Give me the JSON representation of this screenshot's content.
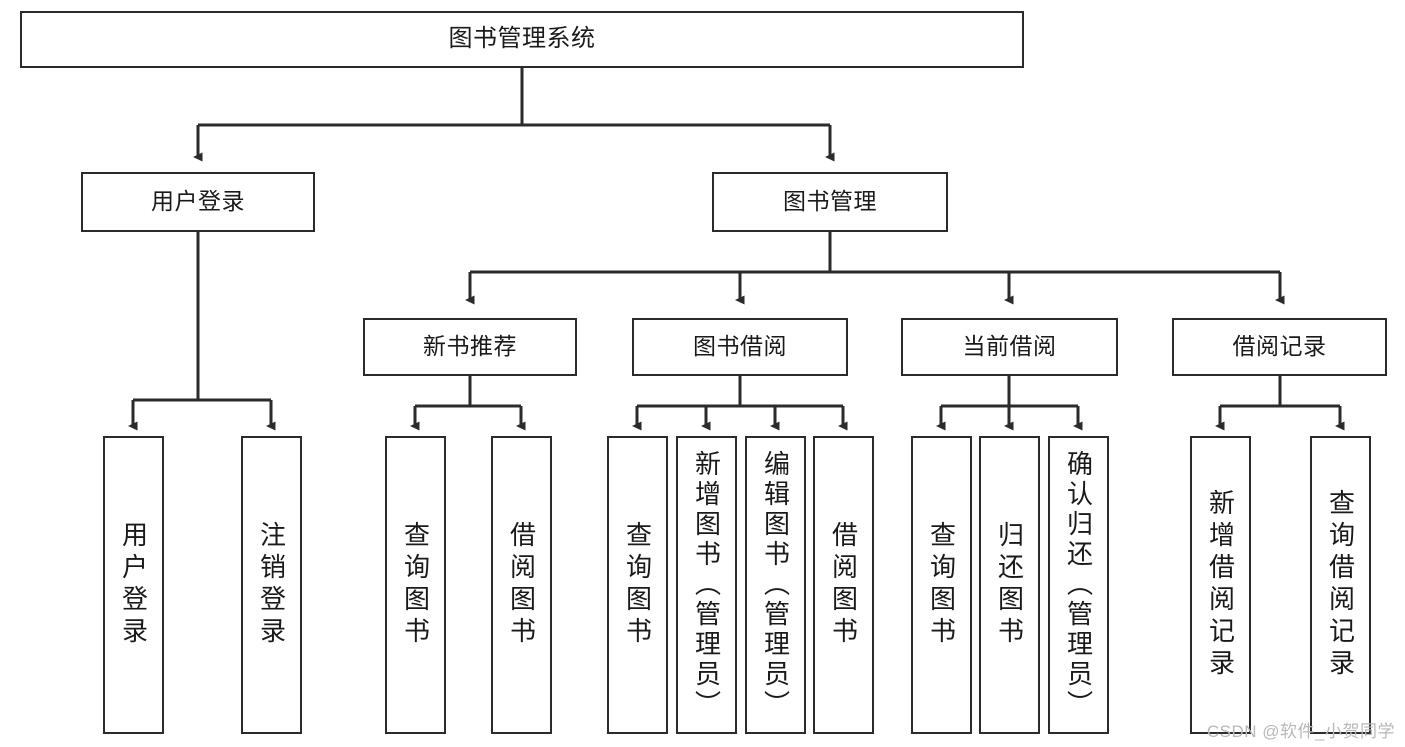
{
  "diagram": {
    "title": "图书管理系统",
    "watermark": "CSDN @软件_小贺同学",
    "stroke_color": "#2b2b2b",
    "fill_color": "#ffffff",
    "text_color": "#1a1a1a",
    "levels": {
      "root": {
        "label": "图书管理系统"
      },
      "level2": [
        {
          "label": "用户登录"
        },
        {
          "label": "图书管理"
        }
      ],
      "level3": [
        {
          "label": "新书推荐"
        },
        {
          "label": "图书借阅"
        },
        {
          "label": "当前借阅"
        },
        {
          "label": "借阅记录"
        }
      ],
      "leaves": {
        "user_login": [
          {
            "label": "用户登录"
          },
          {
            "label": "注销登录"
          }
        ],
        "new_book_recommend": [
          {
            "label": "查询图书"
          },
          {
            "label": "借阅图书"
          }
        ],
        "book_borrow": [
          {
            "label": "查询图书"
          },
          {
            "label": "新增图书（管理员）"
          },
          {
            "label": "编辑图书（管理员）"
          },
          {
            "label": "借阅图书"
          }
        ],
        "current_borrow": [
          {
            "label": "查询图书"
          },
          {
            "label": "归还图书"
          },
          {
            "label": "确认归还（管理员）"
          }
        ],
        "borrow_record": [
          {
            "label": "新增借阅记录"
          },
          {
            "label": "查询借阅记录"
          }
        ]
      }
    }
  }
}
